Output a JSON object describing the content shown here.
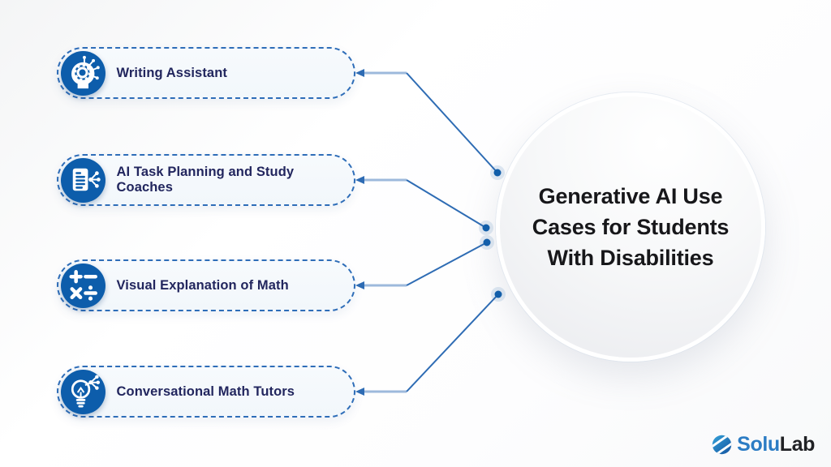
{
  "title": {
    "lines": [
      "Generative AI Use",
      "Cases for Students",
      "With Disabilities"
    ]
  },
  "use_cases": [
    {
      "label": "Writing Assistant",
      "icon": "writing-assistant-icon"
    },
    {
      "label": "AI Task Planning and Study Coaches",
      "icon": "task-planning-icon"
    },
    {
      "label": "Visual Explanation of Math",
      "icon": "visual-math-icon"
    },
    {
      "label": "Conversational Math Tutors",
      "icon": "conversational-tutor-icon"
    }
  ],
  "logo": {
    "text_primary": "Solu",
    "text_secondary": "Lab",
    "icon": "solulab-globe-icon"
  },
  "colors": {
    "badge_blue": "#0d5dab",
    "dashed_border": "#2e6db8",
    "label_navy": "#22265e",
    "title_dark": "#17171a",
    "connector_dark": "#2e6cb4",
    "connector_light": "#9db9dc",
    "dot_blue": "#0d5dab",
    "logo_blue": "#2c7cc4",
    "logo_dark": "#202124"
  }
}
